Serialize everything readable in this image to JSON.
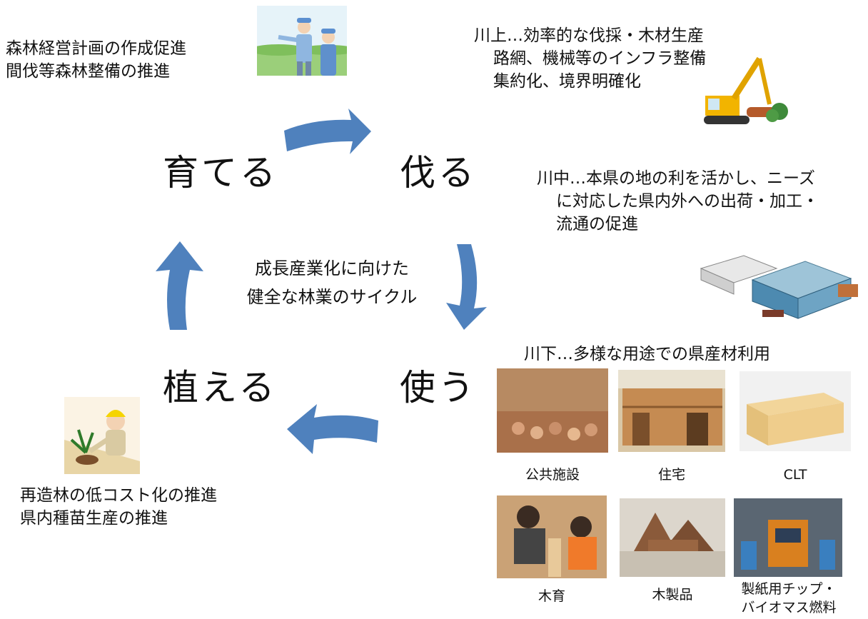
{
  "stages": {
    "grow": "育てる",
    "cut": "伐る",
    "use": "使う",
    "plant": "植える"
  },
  "center": {
    "line1": "成長産業化に向けた",
    "line2": "健全な林業のサイクル"
  },
  "notes": {
    "grow": [
      "森林経営計画の作成促進",
      "間伐等森林整備の推進"
    ],
    "upstream": [
      "川上…効率的な伐採・木材生産",
      "路網、機械等のインフラ整備",
      "集約化、境界明確化"
    ],
    "midstream": [
      "川中…本県の地の利を活かし、ニーズ",
      "に対応した県内外への出荷・加工・",
      "流通の促進"
    ],
    "downstream": "川下…多様な用途での県産材利用",
    "plant": [
      "再造林の低コスト化の推進",
      "県内種苗生産の推進"
    ]
  },
  "uses": [
    "公共施設",
    "住宅",
    "CLT",
    "木育",
    "木製品",
    "製紙用チップ・",
    "バイオマス燃料"
  ],
  "colors": {
    "arrow": "#4f81bd",
    "text": "#111111"
  }
}
